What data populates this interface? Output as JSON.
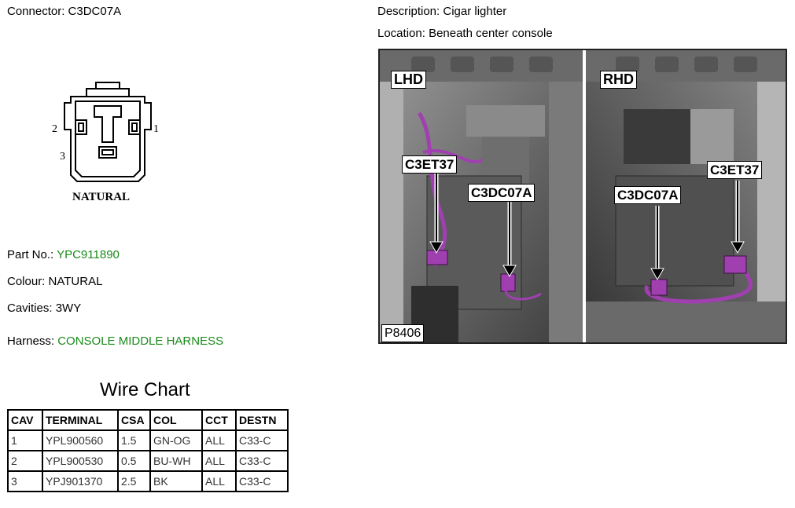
{
  "connector": {
    "label": "Connector:",
    "value": "C3DC07A"
  },
  "description": {
    "label": "Description:",
    "value": "Cigar lighter"
  },
  "location": {
    "label": "Location:",
    "value": "Beneath center console"
  },
  "diagram": {
    "pin_labels": [
      "2",
      "1",
      "3"
    ],
    "material": "NATURAL"
  },
  "part_no": {
    "label": "Part No.:",
    "value": "YPC911890"
  },
  "colour": {
    "label": "Colour:",
    "value": "NATURAL"
  },
  "cavities": {
    "label": "Cavities:",
    "value": "3WY"
  },
  "harness": {
    "label": "Harness:",
    "value": "CONSOLE MIDDLE HARNESS"
  },
  "wire_chart": {
    "title": "Wire Chart",
    "headers": [
      "CAV",
      "TERMINAL",
      "CSA",
      "COL",
      "CCT",
      "DESTN"
    ],
    "rows": [
      [
        "1",
        "YPL900560",
        "1.5",
        "GN-OG",
        "ALL",
        "C33-C"
      ],
      [
        "2",
        "YPL900530",
        "0.5",
        "BU-WH",
        "ALL",
        "C33-C"
      ],
      [
        "3",
        "YPJ901370",
        "2.5",
        "BK",
        "ALL",
        "C33-C"
      ]
    ]
  },
  "photo": {
    "left_panel": {
      "side": "LHD",
      "callouts": [
        "C3ET37",
        "C3DC07A"
      ]
    },
    "right_panel": {
      "side": "RHD",
      "callouts": [
        "C3DC07A",
        "C3ET37"
      ]
    },
    "figure_id": "P8406"
  },
  "colors": {
    "accent_green": "#1a8a1a",
    "harness_wire": "#a040b0"
  }
}
